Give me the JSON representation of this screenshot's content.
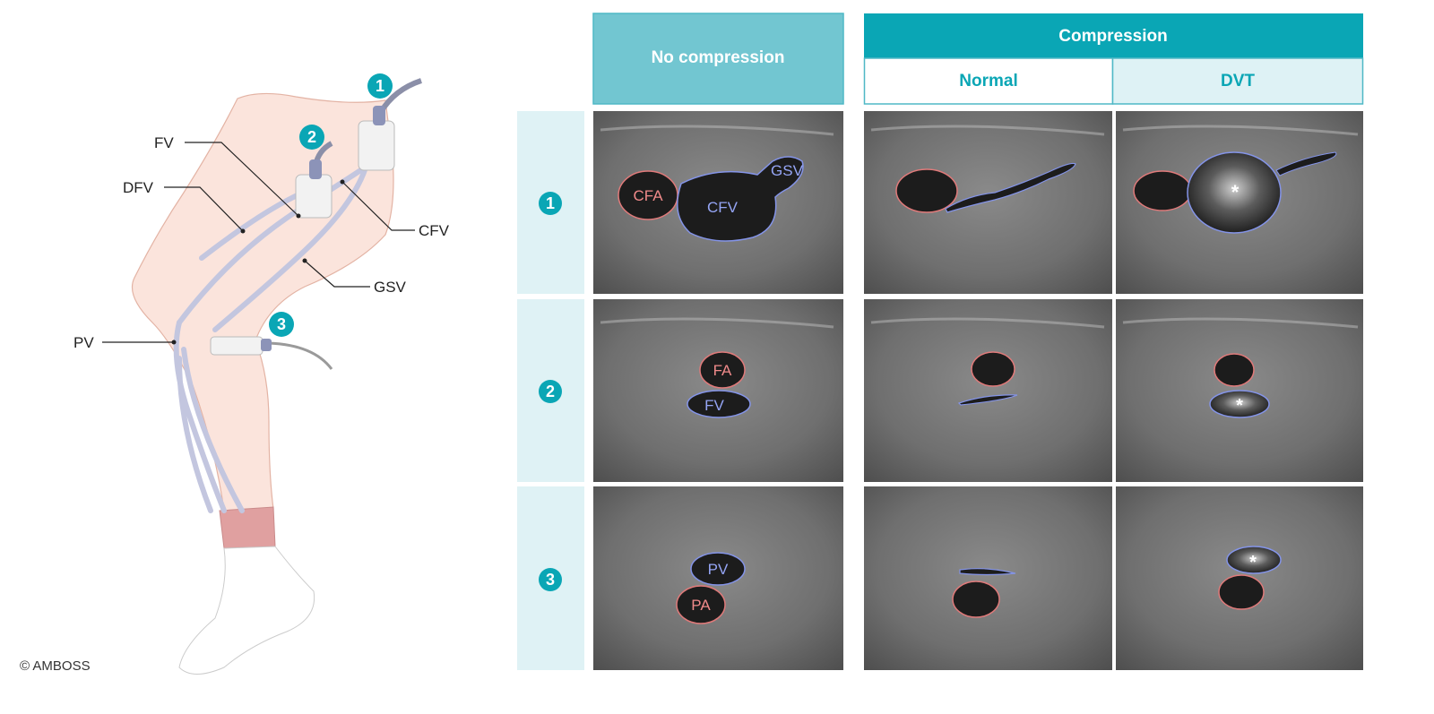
{
  "header": {
    "no_compression": "No compression",
    "compression": "Compression",
    "normal": "Normal",
    "dvt": "DVT"
  },
  "rows": [
    {
      "number": "1",
      "no_compression_labels": [
        "CFA",
        "CFV",
        "GSV"
      ],
      "dvt_marker": "*"
    },
    {
      "number": "2",
      "no_compression_labels": [
        "FA",
        "FV"
      ],
      "dvt_marker": "*"
    },
    {
      "number": "3",
      "no_compression_labels": [
        "PV",
        "PA"
      ],
      "dvt_marker": "*"
    }
  ],
  "leg": {
    "labels": {
      "fv": "FV",
      "dfv": "DFV",
      "cfv": "CFV",
      "gsv": "GSV",
      "pv": "PV"
    },
    "probe_numbers": [
      "1",
      "2",
      "3"
    ]
  },
  "copyright": "© AMBOSS",
  "colors": {
    "teal": "#0aa6b5",
    "teal_light": "#72c6d1",
    "row_bg": "#dff2f5",
    "artery": "#e07a7a",
    "vein": "#8494e8",
    "skin": "#fbe4dc"
  }
}
